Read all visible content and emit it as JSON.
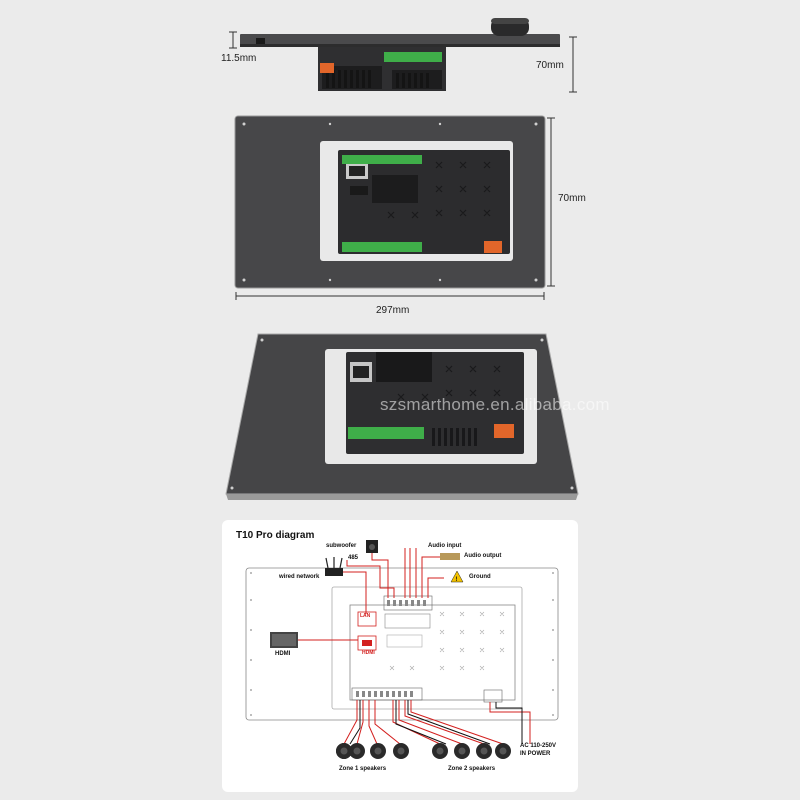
{
  "dimensions": {
    "thickness": "11.5mm",
    "height_top": "70mm",
    "height_back": "70mm",
    "width": "297mm"
  },
  "watermark": "szsmarthome.en.alibaba.com",
  "diagram": {
    "title": "T10 Pro diagram",
    "labels": {
      "subwoofer": "subwoofer",
      "rs485": "485",
      "audio_input": "Audio input",
      "audio_output": "Audio output",
      "wired_network": "wired network",
      "ground": "Ground",
      "hdmi": "HDMI",
      "lan_port": "LAN",
      "hdmi_port": "HDMI",
      "ac_power_line1": "AC 110-250V",
      "ac_power_line2": "IN POWER",
      "zone1": "Zone 1 speakers",
      "zone2": "Zone 2 speakers"
    }
  },
  "colors": {
    "background": "#ebebeb",
    "panel_dark": "#3a3a3c",
    "terminal_green": "#3fae49",
    "terminal_orange": "#e2662a",
    "wire_red": "#d3201f",
    "wire_black": "#111111"
  }
}
